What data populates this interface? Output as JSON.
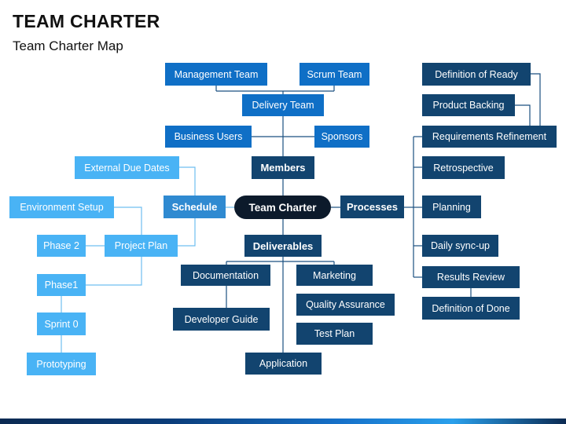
{
  "header": {
    "title": "TEAM CHARTER",
    "subtitle": "Team Charter Map"
  },
  "center": {
    "label": "Team Charter"
  },
  "members": {
    "label": "Members",
    "management_team": "Management Team",
    "scrum_team": "Scrum Team",
    "delivery_team": "Delivery Team",
    "business_users": "Business Users",
    "sponsors": "Sponsors"
  },
  "schedule": {
    "label": "Schedule",
    "external_due_dates": "External Due Dates",
    "environment_setup": "Environment Setup",
    "project_plan": "Project Plan",
    "phase2": "Phase 2",
    "phase1": "Phase1",
    "sprint0": "Sprint 0",
    "prototyping": "Prototyping"
  },
  "deliverables": {
    "label": "Deliverables",
    "documentation": "Documentation",
    "developer_guide": "Developer Guide",
    "marketing": "Marketing",
    "quality_assurance": "Quality Assurance",
    "test_plan": "Test Plan",
    "application": "Application"
  },
  "processes": {
    "label": "Processes",
    "definition_of_ready": "Definition of Ready",
    "product_backing": "Product Backing",
    "requirements_refinement": "Requirements Refinement",
    "retrospective": "Retrospective",
    "planning": "Planning",
    "daily_syncup": "Daily sync-up",
    "results_review": "Results Review",
    "definition_of_done": "Definition of Done"
  },
  "colors": {
    "dark_blue_box": "#12446f",
    "blue_box": "#0f6fc6",
    "light_blue_box": "#49b3f5",
    "schedule_box": "#2f8ad1",
    "center_pill": "#0c1a2b",
    "connector": "#1a4f80",
    "light_connector": "#6fbff0"
  }
}
